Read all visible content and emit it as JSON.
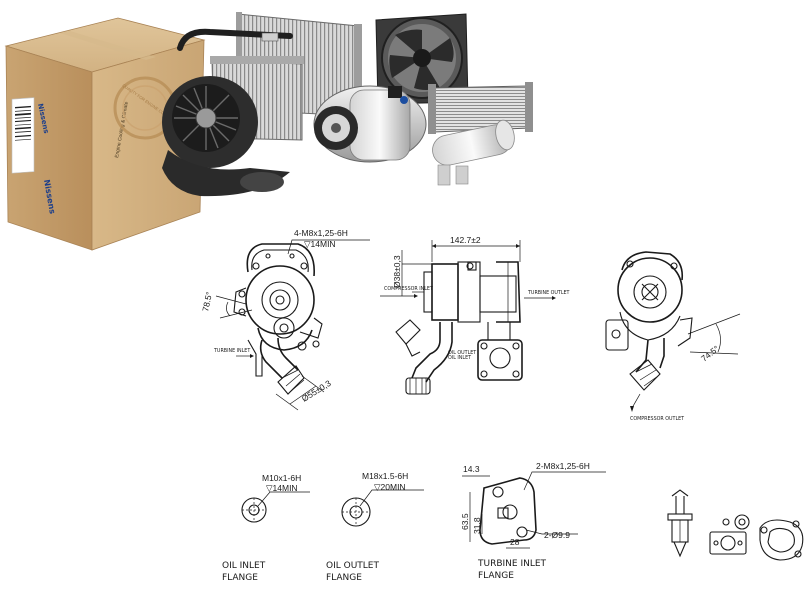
{
  "product_photo": {
    "box_brand": "Nissens",
    "box_brand_side": "Nissens",
    "box_slogan": "Engine Cooling & Climate",
    "seal_text": "QUALITY FOR ENGINE COOLING"
  },
  "drawing_top": {
    "thread_callout": "4-M8x1,25-6H",
    "thread_depth": "▽14MIN",
    "length_dim": "142.7±2",
    "diameter_dim": "Ø38±0,3",
    "compressor_inlet": "COMPRESSOR INLET",
    "turbine_outlet": "TURBINE OUTLET",
    "turbine_inlet": "TURBINE INLET",
    "oil_outlet": "OIL OUTLET",
    "oil_inlet": "OIL INLET",
    "angle_left": "78.5°",
    "angle_right": "74.5°",
    "outlet_diameter": "Ø55±0,3",
    "compressor_outlet": "COMPRESSOR OUTLET"
  },
  "flanges": [
    {
      "thread": "M10x1-6H",
      "depth": "▽14MIN",
      "caption_line1": "OIL  INLET",
      "caption_line2": "FLANGE"
    },
    {
      "thread": "M18x1.5-6H",
      "depth": "▽20MIN",
      "caption_line1": "OIL  OUTLET",
      "caption_line2": "FLANGE"
    },
    {
      "thread": "2-M8x1,25-6H",
      "caption_line1": "TURBINE  INLET",
      "caption_line2": "FLANGE"
    }
  ],
  "turbine_flange_dims": {
    "top": "14.3",
    "side_outer": "63.5",
    "side_inner": "31.8",
    "bottom": "28",
    "hole": "2-Ø9.9"
  }
}
